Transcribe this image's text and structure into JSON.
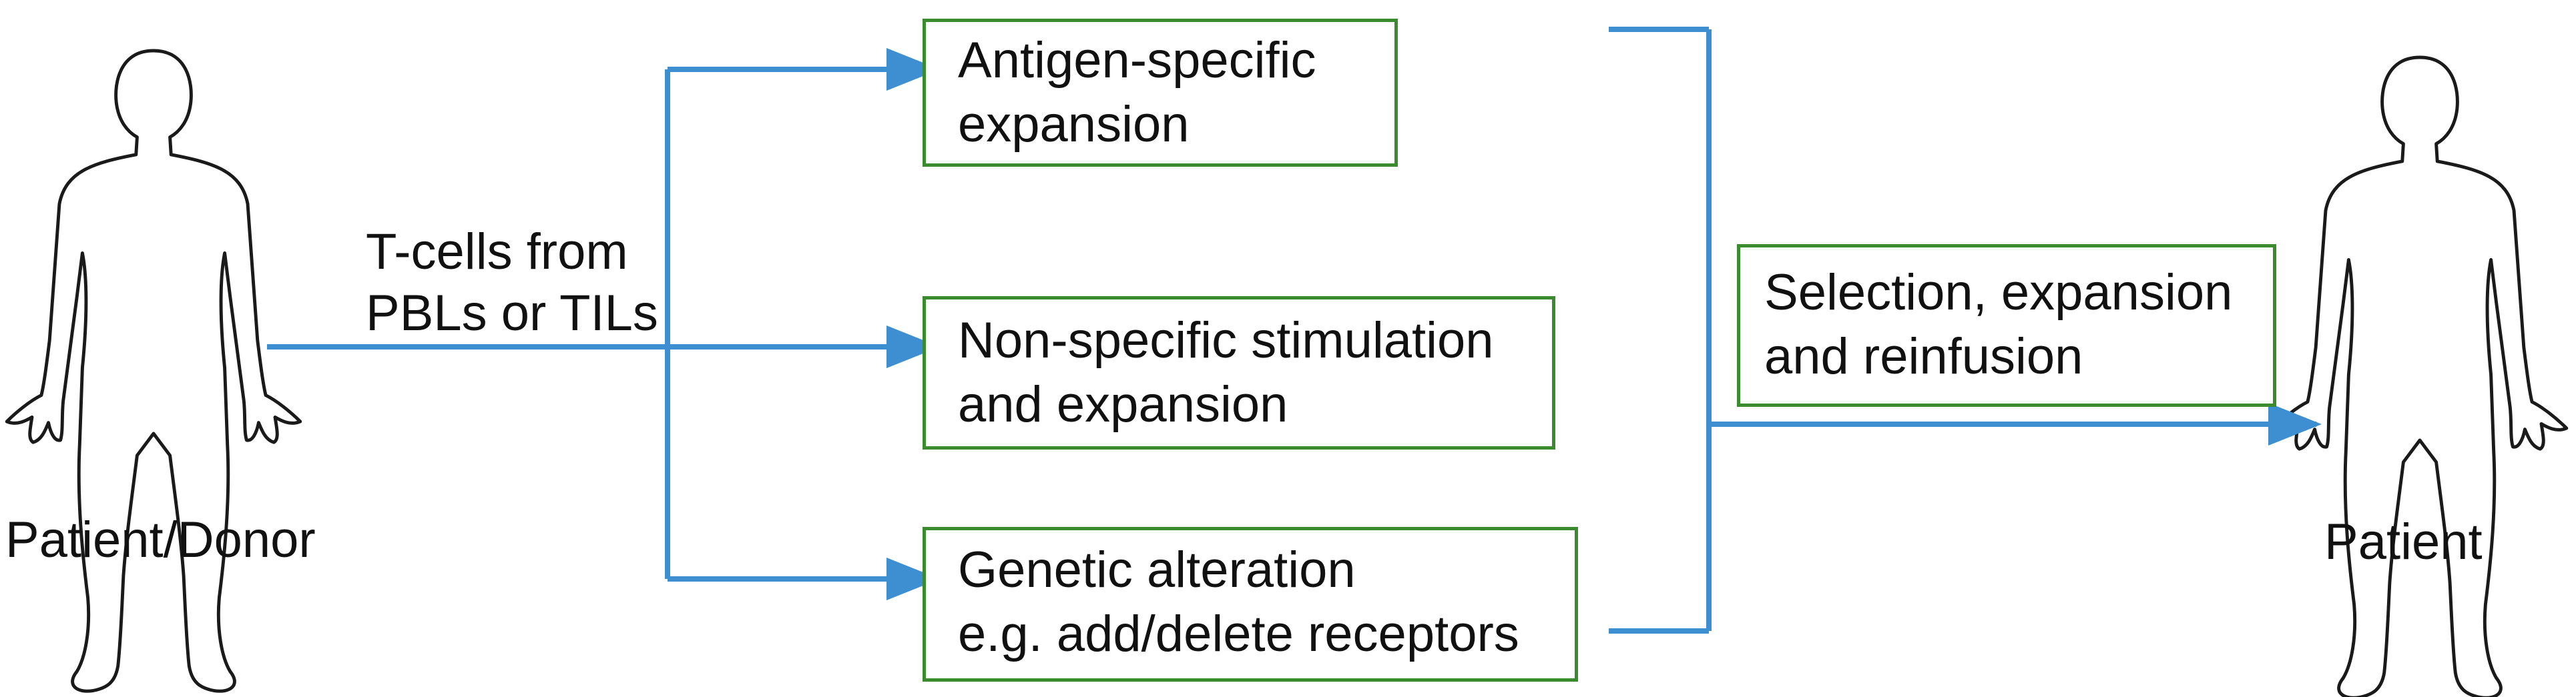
{
  "source_label": "Patient/Donor",
  "target_label": "Patient",
  "input_label": {
    "line1": "T-cells from",
    "line2": "PBLs or TILs"
  },
  "boxes": [
    {
      "line1": "Antigen-specific",
      "line2": "expansion"
    },
    {
      "line1": "Non-specific stimulation",
      "line2": "and expansion"
    },
    {
      "line1": "Genetic alteration",
      "line2": "e.g. add/delete receptors"
    }
  ],
  "output_box": {
    "line1": "Selection, expansion",
    "line2": "and reinfusion"
  },
  "colors": {
    "arrow": "#3d8fd1",
    "box_border": "#3a8a2e",
    "figure_outline": "#1a1a1a"
  },
  "icons": {
    "source": "human-silhouette-icon",
    "target": "human-silhouette-icon"
  }
}
